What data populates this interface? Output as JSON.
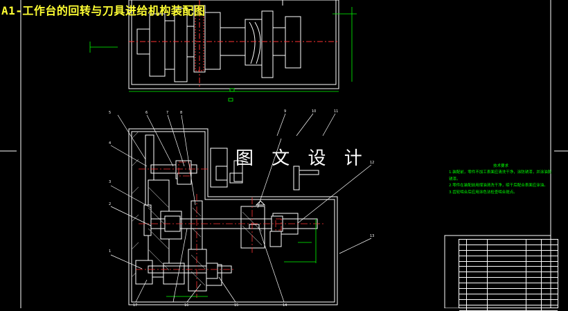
{
  "drawing": {
    "title": "A1-工作台的回转与刀具进给机构装配图",
    "watermark": "图 文 设 计"
  },
  "balloons": [
    "1",
    "2",
    "3",
    "4",
    "5",
    "6",
    "7",
    "8",
    "9",
    "10",
    "11",
    "12",
    "13",
    "14",
    "15",
    "16",
    "17"
  ],
  "technical_requirements": {
    "heading": "技术要求",
    "lines": [
      "1.装配前，零件不加工表面应清洗干净，涂防锈漆，并涂油防锈漆。",
      "2.零件在装配前用煤油清洗干净，晾干后配合表面应涂油。",
      "3.齿轮啮合后应用涂色法检查啮合斑点。"
    ]
  },
  "colors": {
    "outline": "#ffffff",
    "dimension": "#00ff00",
    "centerline": "#ff3333",
    "title": "#ffff33",
    "hatch": "#999999"
  }
}
